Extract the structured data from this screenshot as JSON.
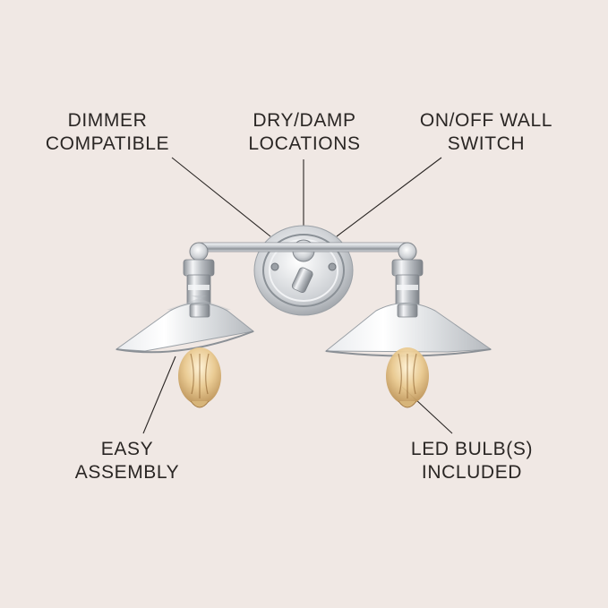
{
  "callouts": {
    "dimmer": {
      "line1": "DIMMER",
      "line2": "COMPATIBLE"
    },
    "drydamp": {
      "line1": "DRY/DAMP",
      "line2": "LOCATIONS"
    },
    "onoff": {
      "line1": "ON/OFF WALL",
      "line2": "SWITCH"
    },
    "easy": {
      "line1": "EASY",
      "line2": "ASSEMBLY"
    },
    "led": {
      "line1": "LED BULB(S)",
      "line2": "INCLUDED"
    }
  },
  "colors": {
    "background": "#f0e8e4",
    "text": "#2a2624",
    "chrome": "#c9ccd0",
    "bulb": "#e6c48a"
  }
}
